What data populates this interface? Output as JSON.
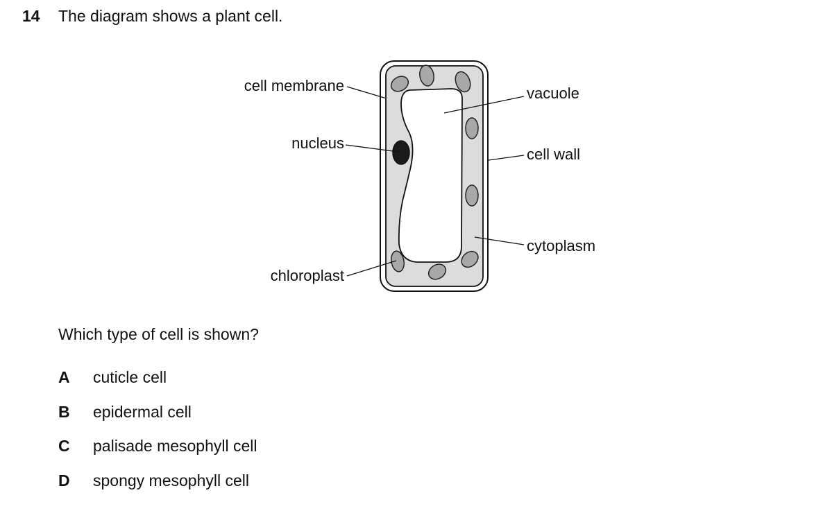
{
  "question": {
    "number": "14",
    "text": "The diagram shows a plant cell.",
    "prompt": "Which type of cell is shown?"
  },
  "diagram": {
    "labels": {
      "cell_membrane": "cell membrane",
      "nucleus": "nucleus",
      "chloroplast": "chloroplast",
      "vacuole": "vacuole",
      "cell_wall": "cell wall",
      "cytoplasm": "cytoplasm"
    }
  },
  "options": [
    {
      "letter": "A",
      "text": "cuticle cell"
    },
    {
      "letter": "B",
      "text": "epidermal cell"
    },
    {
      "letter": "C",
      "text": "palisade mesophyll cell"
    },
    {
      "letter": "D",
      "text": "spongy mesophyll cell"
    }
  ]
}
